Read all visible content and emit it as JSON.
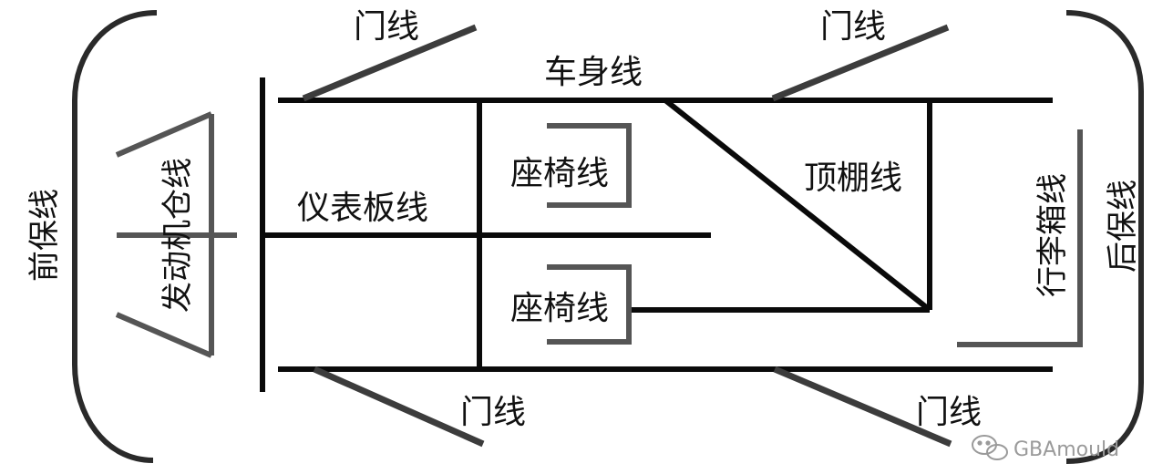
{
  "diagram": {
    "labels": {
      "front_bumper": "前保线",
      "rear_bumper": "后保线",
      "engine_bay": "发动机仓线",
      "body": "车身线",
      "instrument_panel": "仪表板线",
      "seat_upper": "座椅线",
      "seat_lower": "座椅线",
      "headliner": "顶棚线",
      "trunk": "行李箱线",
      "door_front_top": "门线",
      "door_rear_top": "门线",
      "door_front_bottom": "门线",
      "door_rear_bottom": "门线"
    },
    "watermark": {
      "text": "GBAmould",
      "icon": "wechat-icon"
    }
  }
}
